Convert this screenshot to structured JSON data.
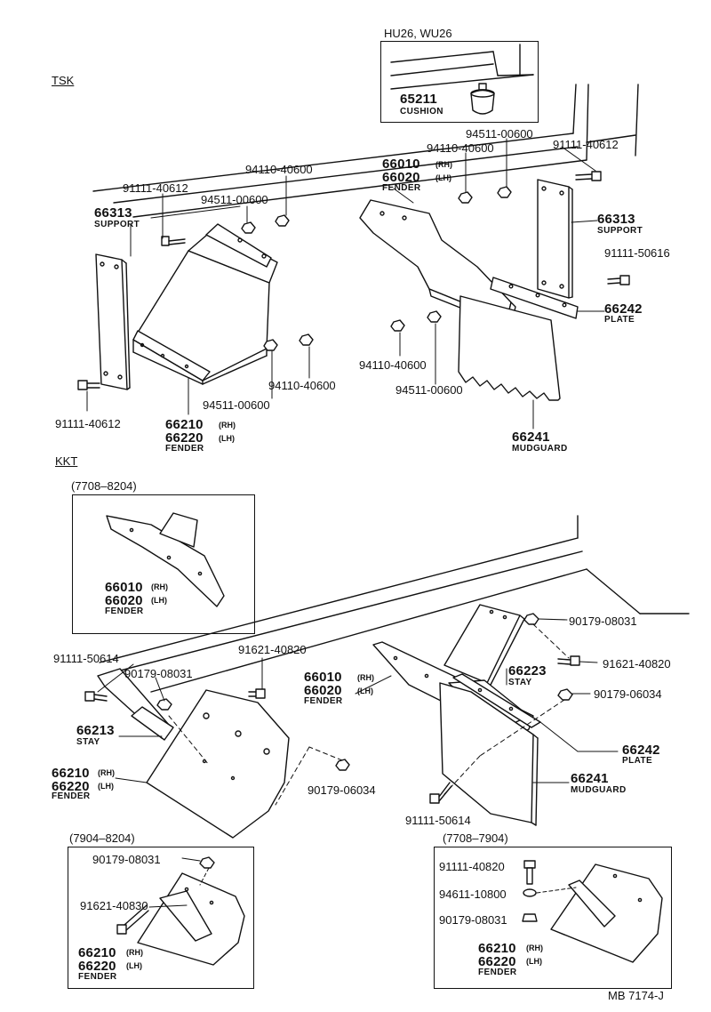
{
  "sections": {
    "tsk": "TSK",
    "kkt": "KKT",
    "hu26_wu26": "HU26, WU26",
    "d7708_8204": "(7708–8204)",
    "d7904_8204": "(7904–8204)",
    "d7708_7904": "(7708–7904)"
  },
  "names": {
    "cushion": "CUSHION",
    "support": "SUPPORT",
    "fender": "FENDER",
    "plate": "PLATE",
    "mudguard": "MUDGUARD",
    "stay": "STAY"
  },
  "sides": {
    "rh": "(RH)",
    "lh": "(LH)",
    "rh2": "(RH)",
    "lh2": "(LH)"
  },
  "parts": {
    "p65211": "65211",
    "p94511_00600": "94511-00600",
    "p94110_40600": "94110-40600",
    "p91111_40612": "91111-40612",
    "p66010": "66010",
    "p66020": "66020",
    "p66313": "66313",
    "p91111_50616": "91111-50616",
    "p66242": "66242",
    "p66241": "66241",
    "p66210": "66210",
    "p66220": "66220",
    "p90179_08031": "90179-08031",
    "p91621_40820": "91621-40820",
    "p90179_06034": "90179-06034",
    "p91111_50614": "91111-50614",
    "p66223": "66223",
    "p66213": "66213",
    "p91621_40830": "91621-40830",
    "p91111_40820": "91111-40820",
    "p94611_10800": "94611-10800"
  },
  "footer": {
    "code": "MB 7174-J"
  }
}
